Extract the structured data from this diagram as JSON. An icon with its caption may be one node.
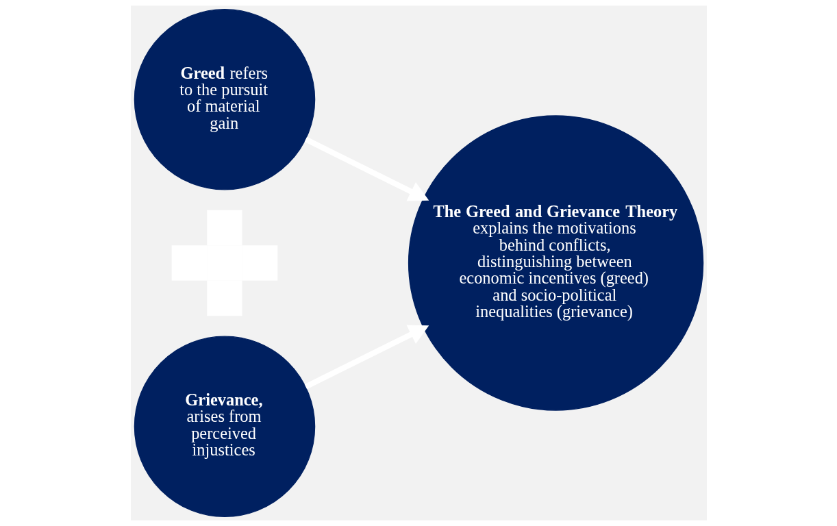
{
  "diagram": {
    "nodes": [
      {
        "text": [
          "**Greed** refers to the pursuit of material gain"
        ]
      },
      {
        "text": [],
        "shape": "plus"
      },
      {
        "text": [
          "**Grievance,** arises from perceived injustices"
        ]
      },
      {
        "text": [
          "**The Greed and Grievance Theory** explains the motivations behind conflicts, distinguishing between economic incentives (greed) and socio-political inequalities (grievance)"
        ]
      }
    ],
    "edges": [
      {
        "from": 0,
        "to": 3,
        "arrow": "to"
      },
      {
        "from": 2,
        "to": 3,
        "arrow": "to"
      }
    ]
  }
}
